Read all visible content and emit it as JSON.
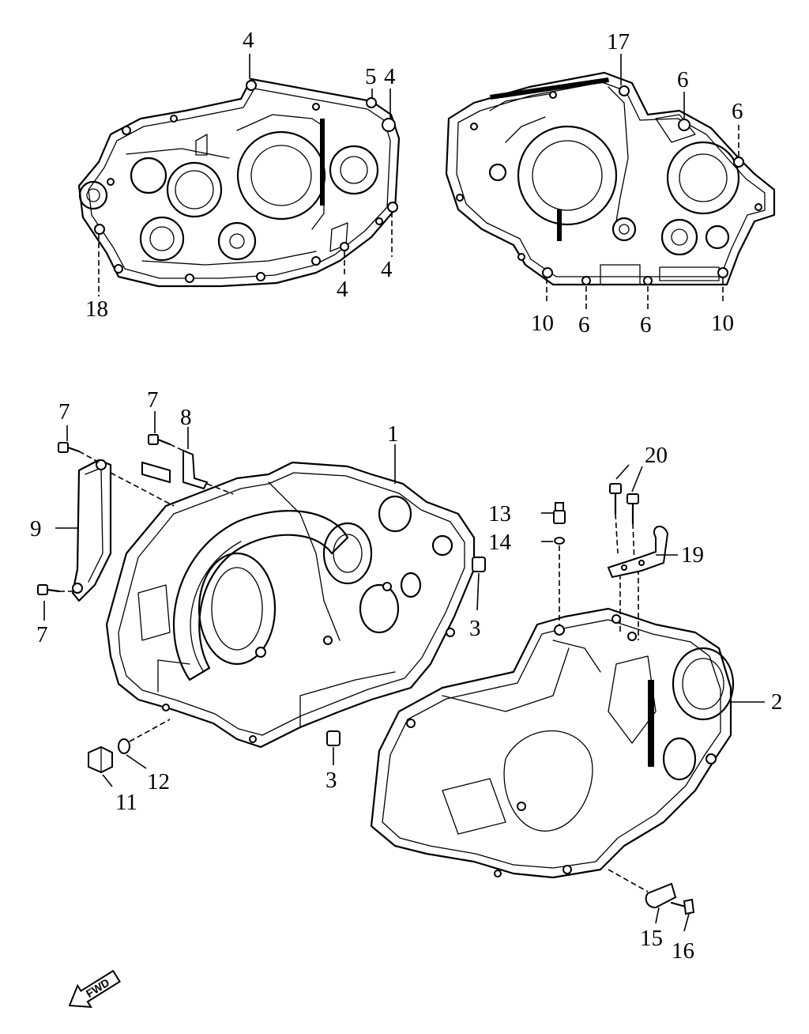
{
  "callouts": {
    "top_left": {
      "a": "4",
      "b": "5",
      "c": "4",
      "d": "4",
      "e": "4",
      "f": "18"
    },
    "top_right": {
      "a": "17",
      "b": "6",
      "c": "6",
      "d": "10",
      "e": "6",
      "f": "6",
      "g": "10"
    },
    "left_case": {
      "p1": "1",
      "p3a": "3",
      "p3b": "3",
      "p7a": "7",
      "p7b": "7",
      "p7c": "7",
      "p8": "8",
      "p9": "9",
      "p11": "11",
      "p12": "12"
    },
    "right_case": {
      "p2": "2",
      "p13": "13",
      "p14": "14",
      "p15": "15",
      "p16": "16",
      "p19": "19",
      "p20": "20"
    }
  },
  "fwd_arrow": {
    "label": "FWD"
  },
  "icons": {
    "fwd_arrow": "fwd-arrow-icon"
  },
  "colors": {
    "ink": "#000000",
    "paper": "#ffffff"
  }
}
